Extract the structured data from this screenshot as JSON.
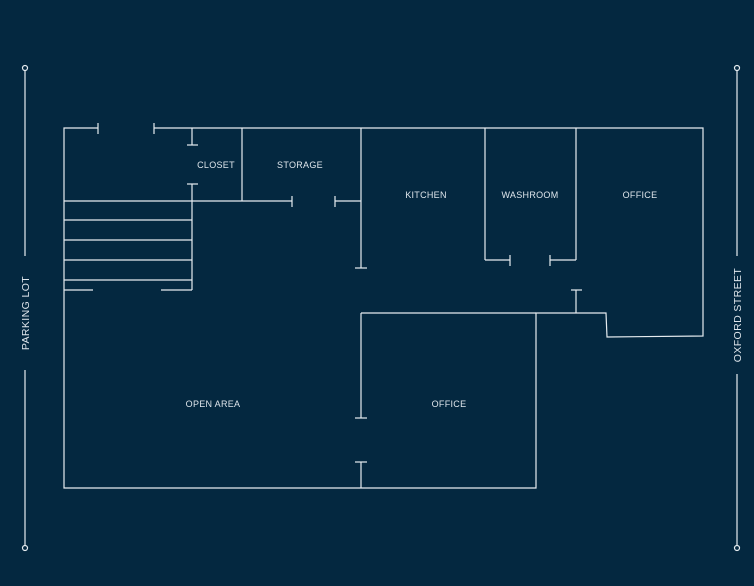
{
  "colors": {
    "background": "#042840",
    "line": "#e6ecf0",
    "text": "#dfe6ec"
  },
  "rooms": {
    "closet": "CLOSET",
    "storage": "STORAGE",
    "kitchen": "KITCHEN",
    "washroom": "WASHROOM",
    "office_top": "OFFICE",
    "open_area": "OPEN AREA",
    "office_bottom": "OFFICE"
  },
  "sides": {
    "left": "PARKING LOT",
    "right": "OXFORD STREET"
  }
}
